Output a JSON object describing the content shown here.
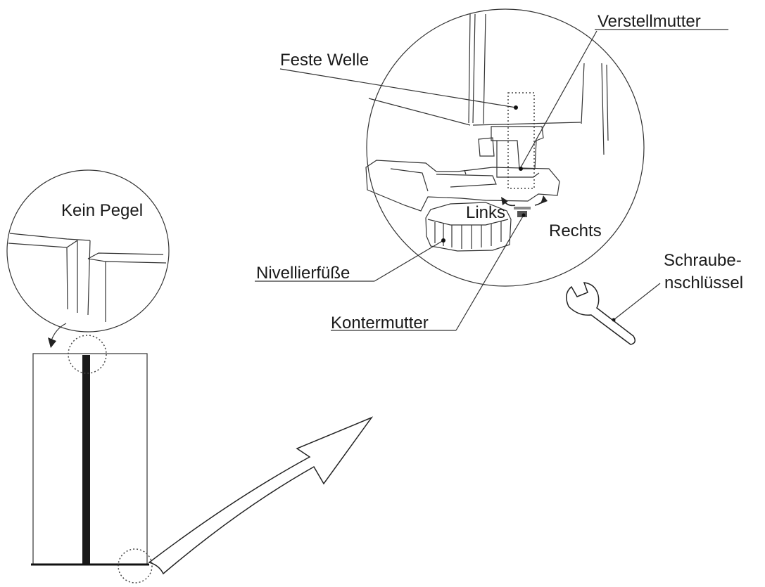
{
  "labels": {
    "kein_pegel": "Kein Pegel",
    "feste_welle": "Feste Welle",
    "verstellmutter": "Verstellmutter",
    "links": "Links",
    "rechts": "Rechts",
    "nivellierfusse": "Nivellierfüße",
    "kontermutter": "Kontermutter",
    "schraubenschluessel_line1": "Schraube-",
    "schraubenschluessel_line2": "nschlüssel"
  }
}
